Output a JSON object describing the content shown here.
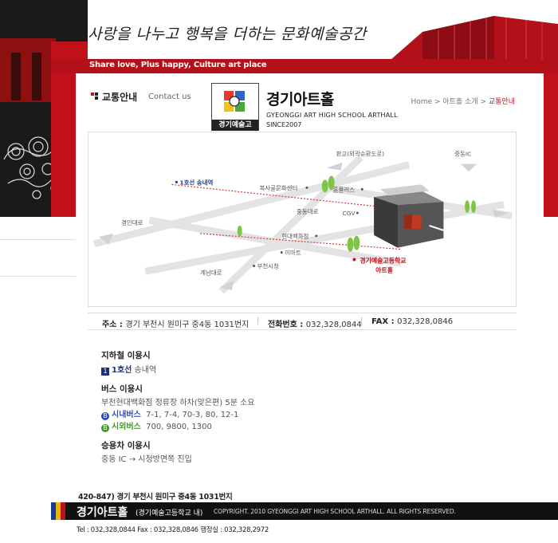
{
  "header": {
    "slogan": "사랑을 나누고 행복을 더하는 문화예술공간",
    "tagline": "Share love, Plus happy, Culture art place"
  },
  "section": {
    "title": "교통안내",
    "subtitle": "Contact us"
  },
  "brand": {
    "logo_label": "경기예술고",
    "name": "경기아트홀",
    "english_name": "GYEONGGI ART HIGH SCHOOL ARTHALL",
    "since": "SINCE2007"
  },
  "breadcrumb": {
    "home": "Home",
    "sep1": " > ",
    "parent": "아트홀 소개",
    "sep2": " > ",
    "current": "교통안내"
  },
  "map": {
    "labels": {
      "pangyo": "판교(외곽순환도로)",
      "jungdong_ic": "중동IC",
      "line1": "1호선 송내역",
      "boksagol": "복사골문화센터",
      "homeplus": "홈플러스",
      "jungdong_road": "중동대로",
      "cgv": "CGV",
      "gyeongin": "경인대로",
      "hyundai": "현대백화점",
      "emart": "이마트",
      "gyenam": "계남대로",
      "cityhall": "부천시청",
      "school": "경기예술고등학교",
      "arthall": "아트홀"
    }
  },
  "contact": {
    "addr_label": "주소 : ",
    "addr": "경기 부천시 원미구 중4동 1031번지",
    "tel_label": "전화번호 : ",
    "tel": "032,328,0844",
    "fax_label": "FAX : ",
    "fax": "032,328,0846",
    "sep": "|"
  },
  "transport": {
    "subway_title": "지하철 이용시",
    "subway_badge": "1",
    "subway_line": "1호선",
    "subway_station": " 송내역",
    "bus_title": "버스 이용시",
    "bus_desc": "부천현대백화점 정류장 하차(맞은편) 5분 소요",
    "city_bus_badge": "B",
    "city_bus_label": "시내버스",
    "city_bus_routes": "7-1, 7-4, 70-3, 80, 12-1",
    "intercity_bus_badge": "B",
    "intercity_bus_label": "시외버스",
    "intercity_bus_routes": "700, 9800, 1300",
    "car_title": "승용차 이용시",
    "car_desc": "중동 IC → 시청방면쪽 진입"
  },
  "footer": {
    "address": "420-847) 경기 부천시 원미구 중4동 1031번지",
    "name": "경기아트홀",
    "name_sub": "(경기예술고등학교 내)",
    "copyright": "COPYRIGHT. 2010 GYEONGGI ART HIGH SCHOOL ARTHALL. ALL RIGHTS RESERVED.",
    "tel_line": "Tel : 032,328,0844  Fax : 032,328,0846  행정실 : 032,328,2972"
  },
  "colors": {
    "brand_red": "#c0101a",
    "subway_blue": "#1d2f7a",
    "city_bus_blue": "#2b4bb8",
    "intercity_bus_green": "#3a9b1e"
  }
}
